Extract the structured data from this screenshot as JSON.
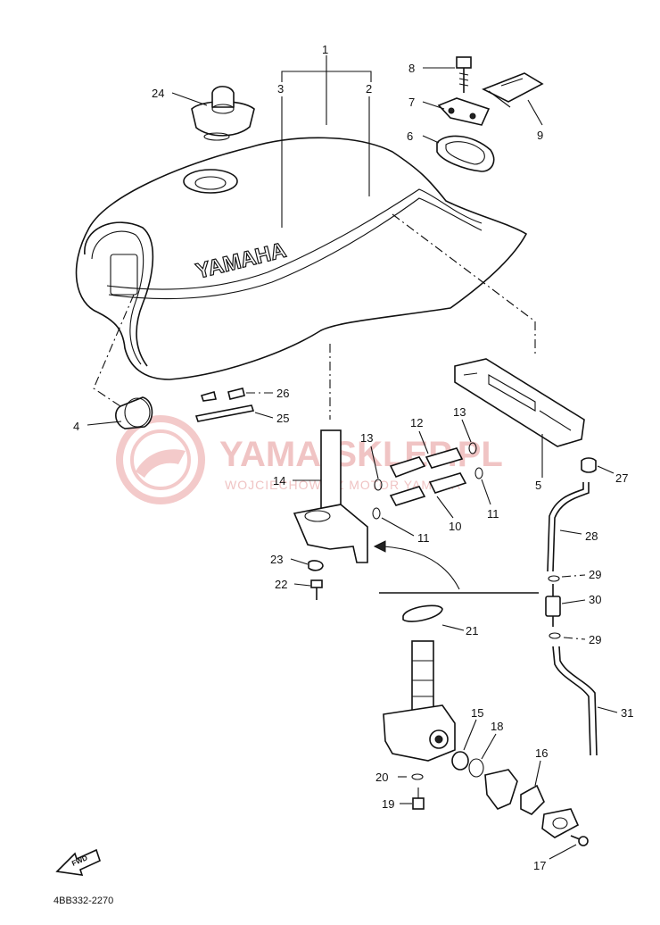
{
  "diagram": {
    "part_code": "4BB332-2270",
    "tank_brand": "YAMAHA",
    "forward_marker": "FWD",
    "watermark": {
      "title": "YAMA-SKLEP.PL",
      "subtitle": "WOJCIECHOWICZ MOTOR YAMAHA"
    },
    "callouts": [
      {
        "number": "1"
      },
      {
        "number": "2"
      },
      {
        "number": "3"
      },
      {
        "number": "4"
      },
      {
        "number": "5"
      },
      {
        "number": "6"
      },
      {
        "number": "7"
      },
      {
        "number": "8"
      },
      {
        "number": "9"
      },
      {
        "number": "10"
      },
      {
        "number": "11"
      },
      {
        "number": "11"
      },
      {
        "number": "12"
      },
      {
        "number": "13"
      },
      {
        "number": "13"
      },
      {
        "number": "14"
      },
      {
        "number": "15"
      },
      {
        "number": "16"
      },
      {
        "number": "17"
      },
      {
        "number": "18"
      },
      {
        "number": "19"
      },
      {
        "number": "20"
      },
      {
        "number": "21"
      },
      {
        "number": "22"
      },
      {
        "number": "23"
      },
      {
        "number": "24"
      },
      {
        "number": "25"
      },
      {
        "number": "26"
      },
      {
        "number": "27"
      },
      {
        "number": "28"
      },
      {
        "number": "29"
      },
      {
        "number": "29"
      },
      {
        "number": "30"
      },
      {
        "number": "31"
      }
    ]
  }
}
